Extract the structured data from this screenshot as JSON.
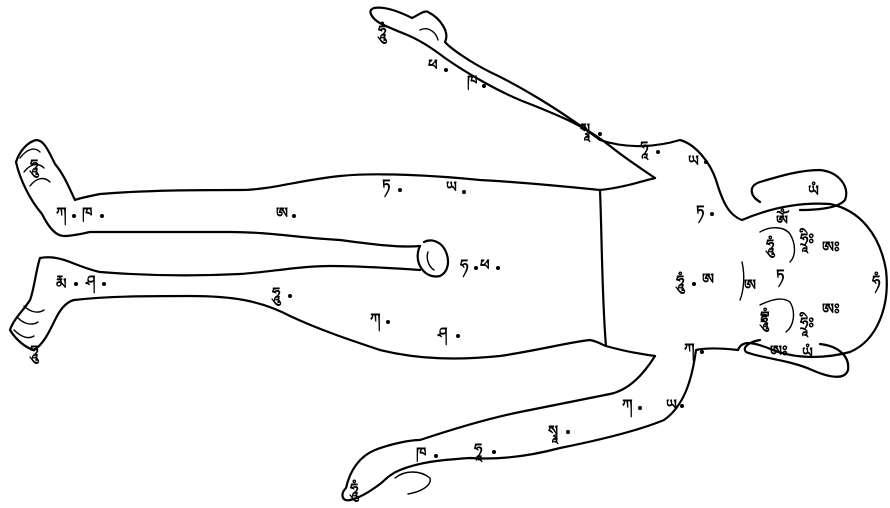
{
  "figure": {
    "labels": [
      {
        "id": "hand-up",
        "text": "ཧཱུཾ"
      },
      {
        "id": "arm-up-1",
        "text": "ཕ"
      },
      {
        "id": "arm-up-2",
        "text": "ཁ"
      },
      {
        "id": "arm-up-3",
        "text": "སྭཱ"
      },
      {
        "id": "shoulder-up-1",
        "text": "ཧཱ"
      },
      {
        "id": "shoulder-up-2",
        "text": "ཡ"
      },
      {
        "id": "chest-up",
        "text": "ཏ"
      },
      {
        "id": "ear-up",
        "text": "ཡཾ"
      },
      {
        "id": "leg-up-knee",
        "text": "ཏ"
      },
      {
        "id": "leg-up-thigh",
        "text": "ཡ"
      },
      {
        "id": "leg-up-shin",
        "text": "ཨ"
      },
      {
        "id": "foot-up-1",
        "text": "ཀ"
      },
      {
        "id": "foot-up-2",
        "text": "ཁ"
      },
      {
        "id": "sole-up",
        "text": "ཧཱུ"
      },
      {
        "id": "genital",
        "text": "ཧ"
      },
      {
        "id": "genital-2",
        "text": "ཕ"
      },
      {
        "id": "center-1",
        "text": "ཧཱུཾ"
      },
      {
        "id": "center-2",
        "text": "ཨ"
      },
      {
        "id": "head-1",
        "text": "ཨོཾ"
      },
      {
        "id": "head-2",
        "text": "ཧྲཱིཿ"
      },
      {
        "id": "head-3",
        "text": "ཨཿ"
      },
      {
        "id": "head-4",
        "text": "ཧཱུཾ"
      },
      {
        "id": "head-5",
        "text": "ཏ"
      },
      {
        "id": "head-6",
        "text": "ཨ"
      },
      {
        "id": "head-7",
        "text": "བྷྲཱུཾ"
      },
      {
        "id": "head-8",
        "text": "ཧྲཱིཿ"
      },
      {
        "id": "head-9",
        "text": "ཨཿ"
      },
      {
        "id": "head-10",
        "text": "ཨཿ"
      },
      {
        "id": "crown",
        "text": "ཧཾ"
      },
      {
        "id": "ear-down",
        "text": "ཡཾ"
      },
      {
        "id": "leg-down-knee",
        "text": "ཧཱུ"
      },
      {
        "id": "leg-down-thigh",
        "text": "ཀ"
      },
      {
        "id": "leg-down-shin",
        "text": "ཤ"
      },
      {
        "id": "foot-down-1",
        "text": "རྨ"
      },
      {
        "id": "foot-down-2",
        "text": "ཤ"
      },
      {
        "id": "sole-down",
        "text": "ཧཱུ"
      },
      {
        "id": "chest-down",
        "text": "ཀ"
      },
      {
        "id": "shoulder-down-1",
        "text": "ཀ"
      },
      {
        "id": "shoulder-down-2",
        "text": "ཡ"
      },
      {
        "id": "arm-down-1",
        "text": "སྭཱ"
      },
      {
        "id": "arm-down-2",
        "text": "ཧཱ"
      },
      {
        "id": "arm-down-3",
        "text": "ཁ"
      },
      {
        "id": "hand-down",
        "text": "ཧཱུཾ"
      }
    ]
  }
}
